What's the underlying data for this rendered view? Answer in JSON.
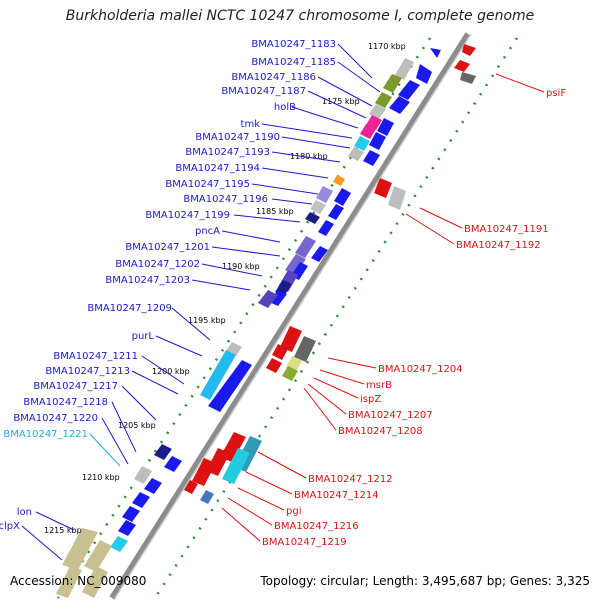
{
  "title": "Burkholderia mallei NCTC 10247 chromosome I, complete genome",
  "accession": "Accession: NC_009080",
  "summary": "Topology: circular; Length: 3,495,687 bp; Genes: 3,325",
  "ticks": [
    "1170 kbp",
    "1175 kbp",
    "1180 kbp",
    "1185 kbp",
    "1190 kbp",
    "1195 kbp",
    "1200 kbp",
    "1205 kbp",
    "1210 kbp",
    "1215 kbp"
  ],
  "left_labels": [
    "BMA10247_1183",
    "BMA10247_1185",
    "BMA10247_1186",
    "BMA10247_1187",
    "holB",
    "tmk",
    "BMA10247_1190",
    "BMA10247_1193",
    "BMA10247_1194",
    "BMA10247_1195",
    "BMA10247_1196",
    "BMA10247_1199",
    "pncA",
    "BMA10247_1201",
    "BMA10247_1202",
    "BMA10247_1203",
    "BMA10247_1209",
    "purL",
    "BMA10247_1211",
    "BMA10247_1213",
    "BMA10247_1217",
    "BMA10247_1218",
    "BMA10247_1220",
    "BMA10247_1221",
    "lon",
    "clpX"
  ],
  "right_labels": [
    "psiF",
    "BMA10247_1191",
    "BMA10247_1192",
    "BMA10247_1204",
    "msrB",
    "ispZ",
    "BMA10247_1207",
    "BMA10247_1208",
    "BMA10247_1212",
    "BMA10247_1214",
    "pgi",
    "BMA10247_1216",
    "BMA10247_1219"
  ],
  "colors": {
    "forward_label": "#1a1acc",
    "highlight_label": "#22aadd",
    "reverse_label": "#dd1111",
    "backbone": "#888888",
    "tick_dots": "#2e8b2e"
  }
}
